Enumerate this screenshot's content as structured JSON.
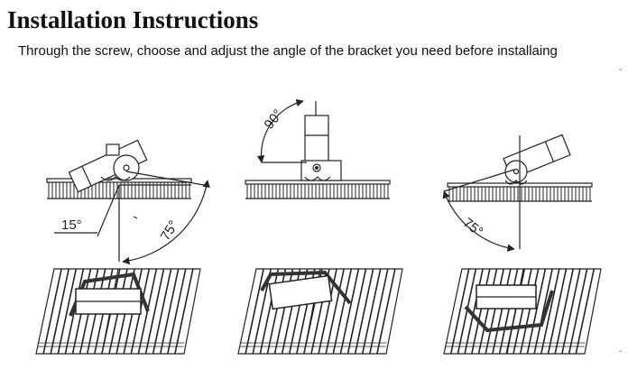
{
  "header": {
    "title": "Installation Instructions",
    "subtitle": "Through the screw, choose and adjust the angle of the bracket you need before installaing"
  },
  "edge_marks": {
    "top": "-",
    "bottom": "-"
  },
  "diagrams": {
    "left": {
      "angle_small": "15°",
      "angle_large": "75°"
    },
    "center": {
      "angle": "90°"
    },
    "right": {
      "angle": "75°"
    }
  }
}
